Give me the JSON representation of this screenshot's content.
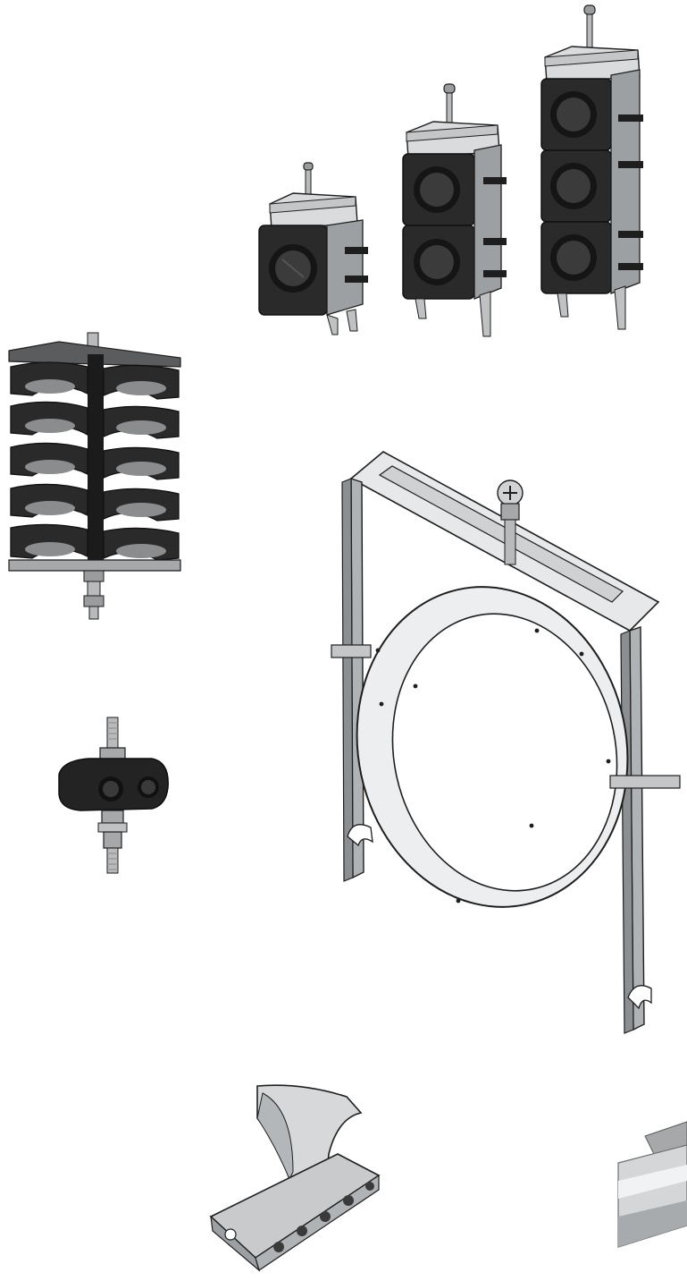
{
  "scene": {
    "background": "#ffffff",
    "palette": {
      "rubber": "#2a2a2a",
      "rubber_dark": "#151515",
      "rubber_light": "#4a4a4a",
      "steel": "#c9cbcd",
      "steel_light": "#eef0f1",
      "steel_dark": "#8c8f92",
      "outline": "#1e1e1e"
    },
    "objects": [
      {
        "name": "single-cable-clamp",
        "icon": "cable-clamp-icon"
      },
      {
        "name": "double-cable-clamp",
        "icon": "cable-clamp-icon"
      },
      {
        "name": "triple-cable-clamp",
        "icon": "cable-clamp-icon"
      },
      {
        "name": "multi-tier-cable-hanger",
        "icon": "cable-hanger-icon"
      },
      {
        "name": "twin-cable-cleat",
        "icon": "cable-cleat-icon"
      },
      {
        "name": "large-pipe-hanger-bracket",
        "icon": "pipe-bracket-icon"
      },
      {
        "name": "spring-clip-channel",
        "icon": "spring-clip-icon"
      },
      {
        "name": "pipe-fragment",
        "icon": "pipe-icon"
      }
    ]
  }
}
